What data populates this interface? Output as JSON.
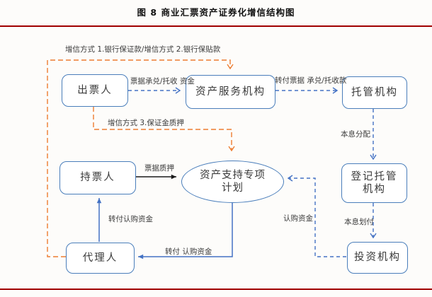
{
  "title": "图 8 商业汇票资产证券化增信结构图",
  "nodes": {
    "drawer": "出票人",
    "asset_servicer": "资产服务机构",
    "custodian": "托管机构",
    "registrar_line1": "登记托管",
    "registrar_line2": "机构",
    "holder": "持票人",
    "agent": "代理人",
    "investor": "投资机构",
    "spv_line1": "资产支持专项",
    "spv_line2": "计划"
  },
  "edge_labels": {
    "enhancement_1_2": "增信方式 1.银行保证款/增信方式 2.银行保贴款",
    "bill_acceptance_funds": "票据承兑/托收 资金",
    "transfer_bill_funds": "转付票据 承兑/托收款",
    "principal_interest_distribution": "本息分配",
    "principal_interest_payment": "本息划付",
    "subscription_funds": "认购资金",
    "enhancement_3": "增信方式 3.保证金质押",
    "bill_pledge": "票据质押",
    "transfer_subscription_funds_vertical": "转付认购资金",
    "transfer_subscription_funds_horizontal": "转付 认购资金"
  },
  "colors": {
    "box_border": "#4a7ebb",
    "blue_arrow": "#4472c4",
    "orange_arrow": "#ed7d31",
    "black_arrow": "#1a1a1a",
    "rule_red": "#a00000",
    "text": "#333333",
    "background": "#fdfcfa"
  }
}
